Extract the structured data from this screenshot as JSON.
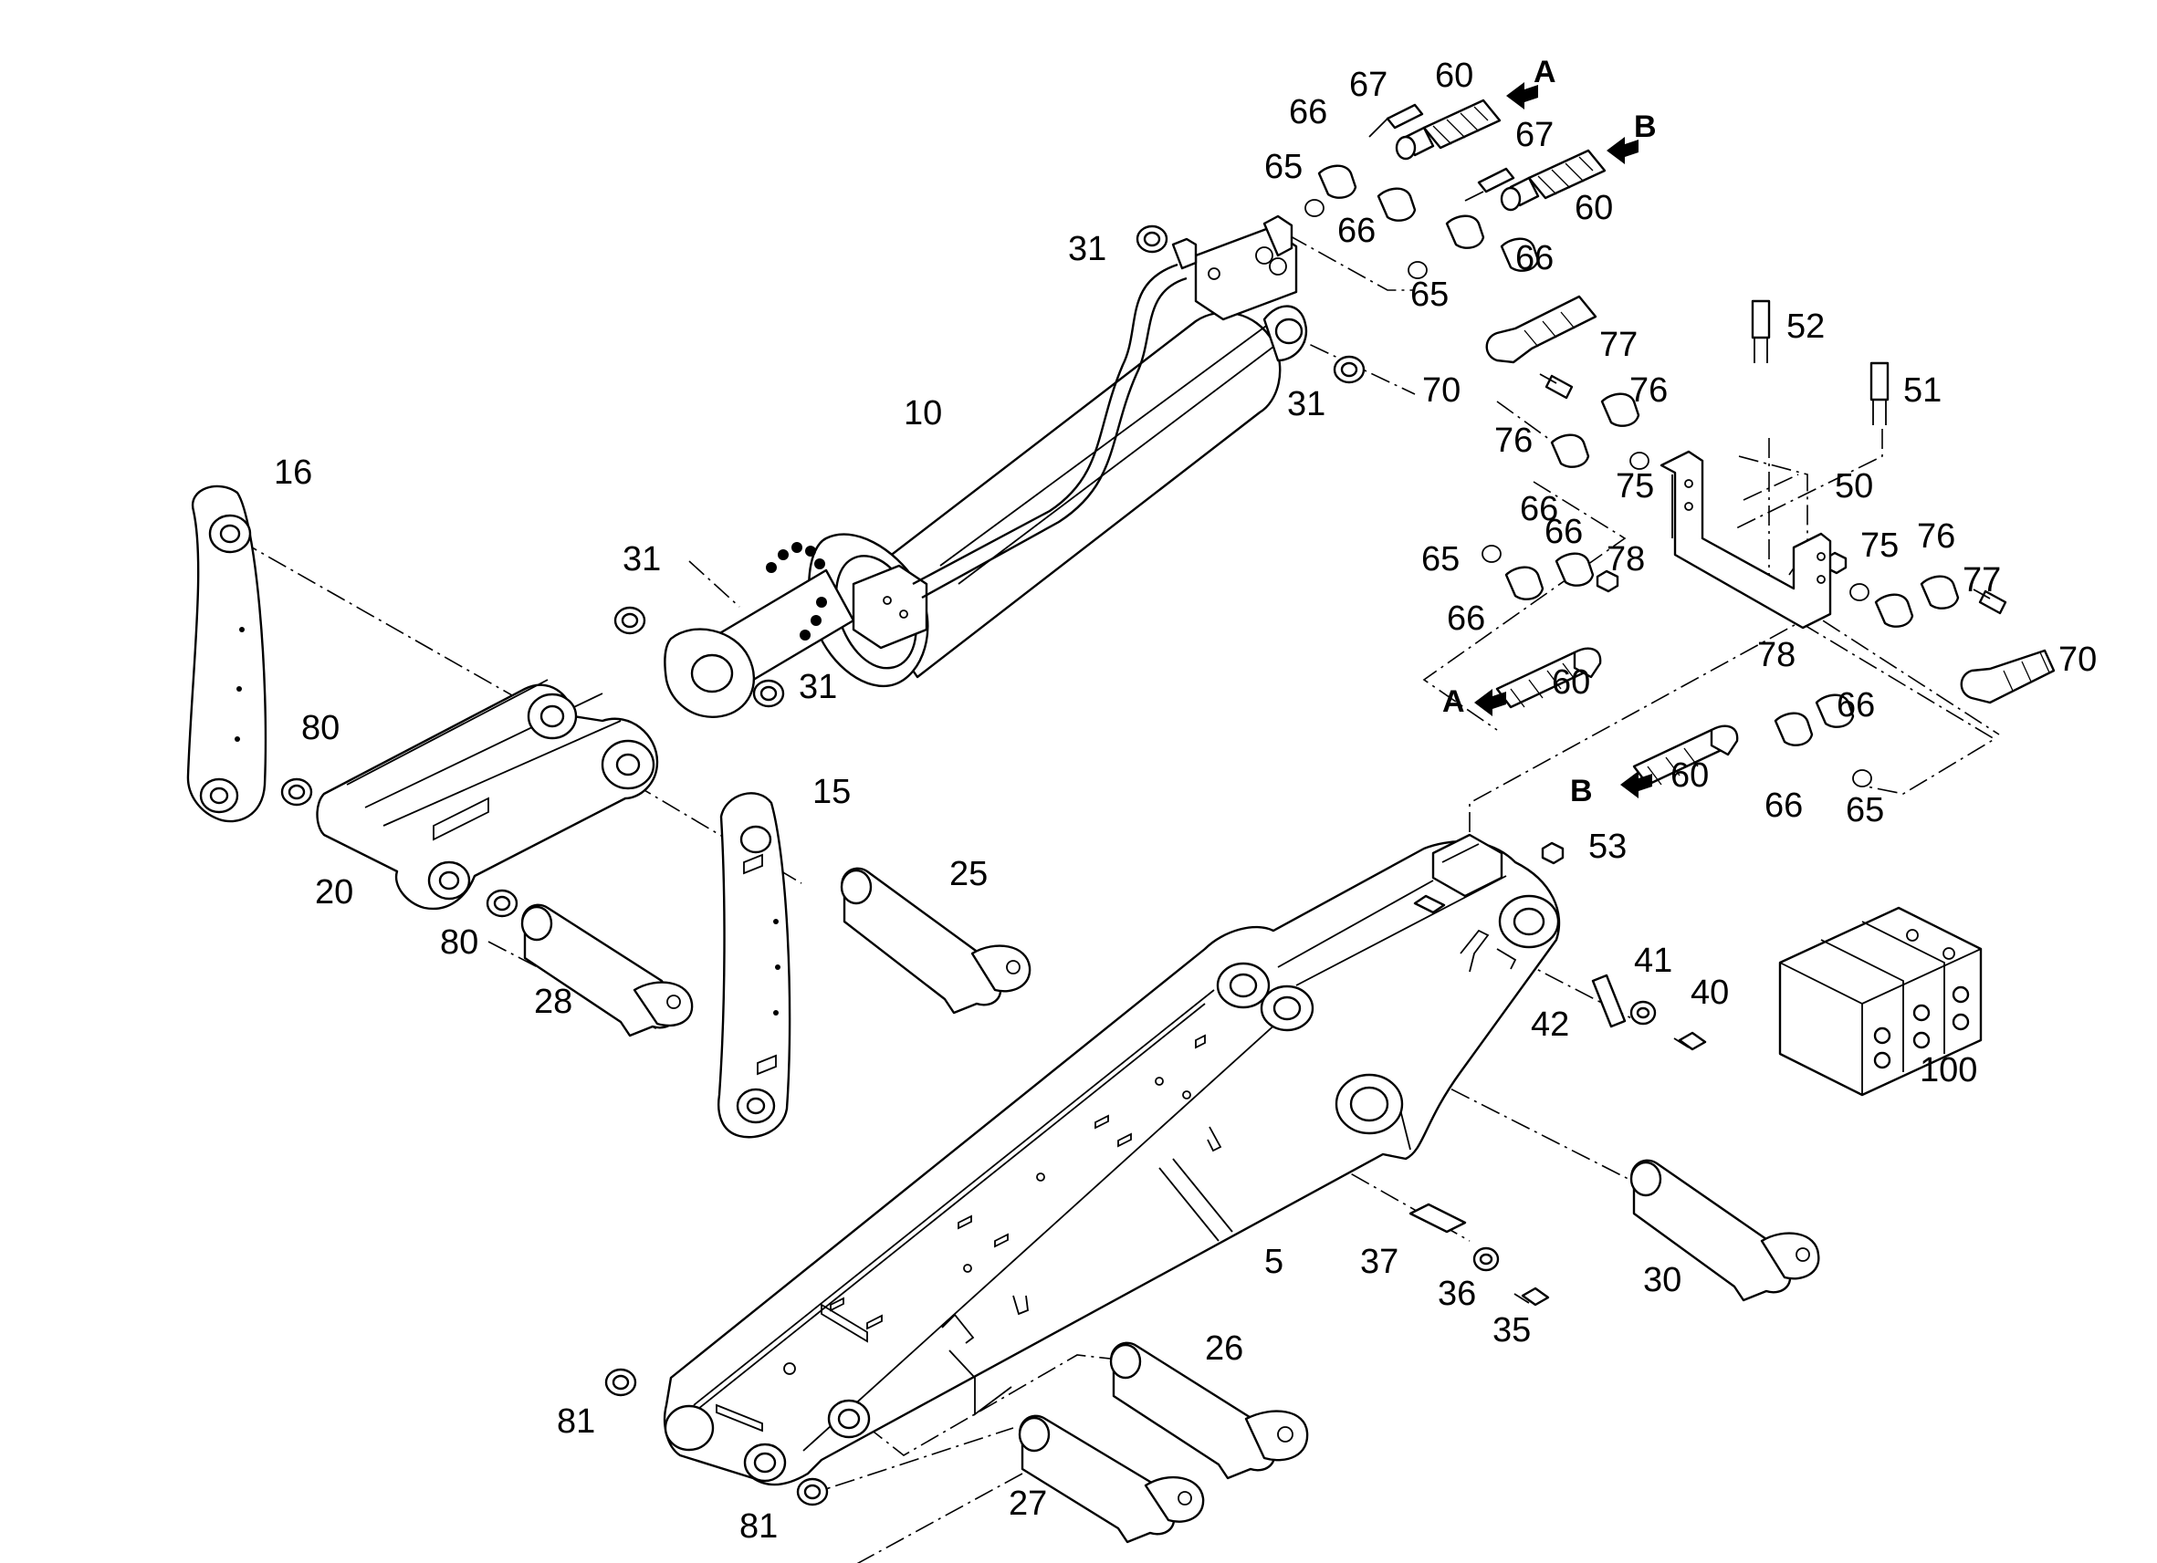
{
  "callouts": [
    {
      "id": "c5",
      "text": "5"
    },
    {
      "id": "c10",
      "text": "10"
    },
    {
      "id": "c15",
      "text": "15"
    },
    {
      "id": "c16",
      "text": "16"
    },
    {
      "id": "c20",
      "text": "20"
    },
    {
      "id": "c25",
      "text": "25"
    },
    {
      "id": "c26",
      "text": "26"
    },
    {
      "id": "c27",
      "text": "27"
    },
    {
      "id": "c28",
      "text": "28"
    },
    {
      "id": "c30",
      "text": "30"
    },
    {
      "id": "c31a",
      "text": "31"
    },
    {
      "id": "c31b",
      "text": "31"
    },
    {
      "id": "c31c",
      "text": "31"
    },
    {
      "id": "c31d",
      "text": "31"
    },
    {
      "id": "c35",
      "text": "35"
    },
    {
      "id": "c36",
      "text": "36"
    },
    {
      "id": "c37",
      "text": "37"
    },
    {
      "id": "c40",
      "text": "40"
    },
    {
      "id": "c41",
      "text": "41"
    },
    {
      "id": "c42",
      "text": "42"
    },
    {
      "id": "c50",
      "text": "50"
    },
    {
      "id": "c51",
      "text": "51"
    },
    {
      "id": "c52",
      "text": "52"
    },
    {
      "id": "c53",
      "text": "53"
    },
    {
      "id": "c60a",
      "text": "60"
    },
    {
      "id": "c60b",
      "text": "60"
    },
    {
      "id": "c60c",
      "text": "60"
    },
    {
      "id": "c60d",
      "text": "60"
    },
    {
      "id": "c65a",
      "text": "65"
    },
    {
      "id": "c65b",
      "text": "65"
    },
    {
      "id": "c65c",
      "text": "65"
    },
    {
      "id": "c65d",
      "text": "65"
    },
    {
      "id": "c66a",
      "text": "66"
    },
    {
      "id": "c66b",
      "text": "66"
    },
    {
      "id": "c66c",
      "text": "66"
    },
    {
      "id": "c66d",
      "text": "66"
    },
    {
      "id": "c66e",
      "text": "66"
    },
    {
      "id": "c66f",
      "text": "66"
    },
    {
      "id": "c66g",
      "text": "66"
    },
    {
      "id": "c66h",
      "text": "66"
    },
    {
      "id": "c67a",
      "text": "67"
    },
    {
      "id": "c67b",
      "text": "67"
    },
    {
      "id": "c70a",
      "text": "70"
    },
    {
      "id": "c70b",
      "text": "70"
    },
    {
      "id": "c75a",
      "text": "75"
    },
    {
      "id": "c75b",
      "text": "75"
    },
    {
      "id": "c76a",
      "text": "76"
    },
    {
      "id": "c76b",
      "text": "76"
    },
    {
      "id": "c76c",
      "text": "76"
    },
    {
      "id": "c77a",
      "text": "77"
    },
    {
      "id": "c77b",
      "text": "77"
    },
    {
      "id": "c78a",
      "text": "78"
    },
    {
      "id": "c78b",
      "text": "78"
    },
    {
      "id": "c80a",
      "text": "80"
    },
    {
      "id": "c80b",
      "text": "80"
    },
    {
      "id": "c81a",
      "text": "81"
    },
    {
      "id": "c81b",
      "text": "81"
    },
    {
      "id": "c100",
      "text": "100"
    }
  ],
  "ports": [
    {
      "id": "pA1",
      "text": "A"
    },
    {
      "id": "pB1",
      "text": "B"
    },
    {
      "id": "pA2",
      "text": "A"
    },
    {
      "id": "pB2",
      "text": "B"
    }
  ]
}
